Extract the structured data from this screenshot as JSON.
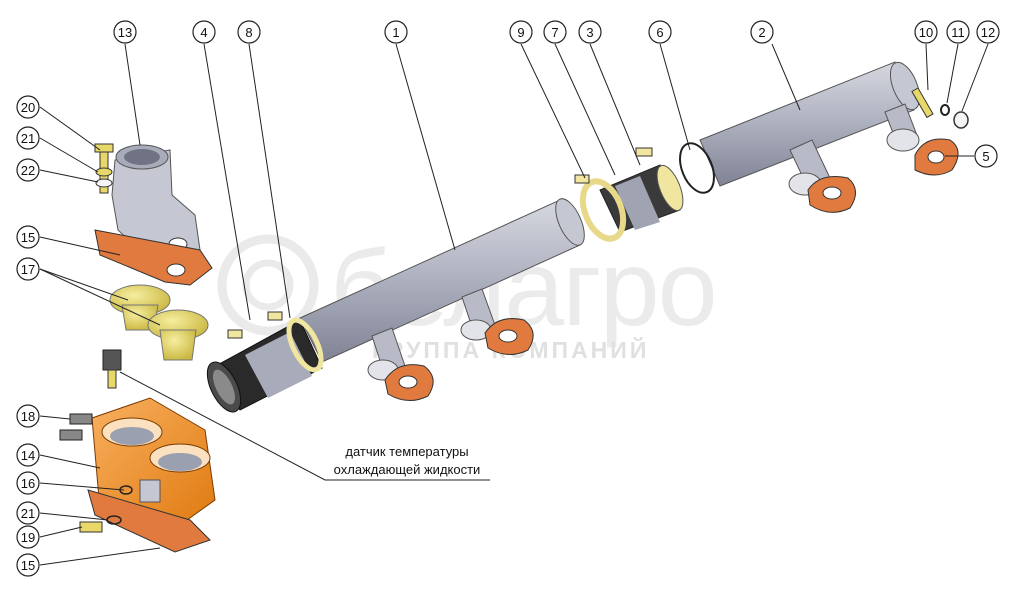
{
  "watermark": {
    "brand": "белагро",
    "subtitle": "ГРУППА КОМПАНИЙ"
  },
  "caption": {
    "line1": "датчик температуры",
    "line2": "охлаждающей жидкости"
  },
  "callouts": [
    {
      "n": "1"
    },
    {
      "n": "2"
    },
    {
      "n": "3"
    },
    {
      "n": "4"
    },
    {
      "n": "5"
    },
    {
      "n": "6"
    },
    {
      "n": "7"
    },
    {
      "n": "8"
    },
    {
      "n": "9"
    },
    {
      "n": "10"
    },
    {
      "n": "11"
    },
    {
      "n": "12"
    },
    {
      "n": "13"
    },
    {
      "n": "14"
    },
    {
      "n": "15"
    },
    {
      "n": "15"
    },
    {
      "n": "16"
    },
    {
      "n": "17"
    },
    {
      "n": "18"
    },
    {
      "n": "19"
    },
    {
      "n": "20"
    },
    {
      "n": "21"
    },
    {
      "n": "21"
    },
    {
      "n": "22"
    }
  ],
  "colors": {
    "pipe": "#a9adbb",
    "gasket": "#e07a3e",
    "housing": "#f08a1c",
    "thermostat": "#e8d86a",
    "clamp": "#f0e6a0",
    "hose": "#2a2a2a",
    "watermark": "#d9d9d9"
  }
}
